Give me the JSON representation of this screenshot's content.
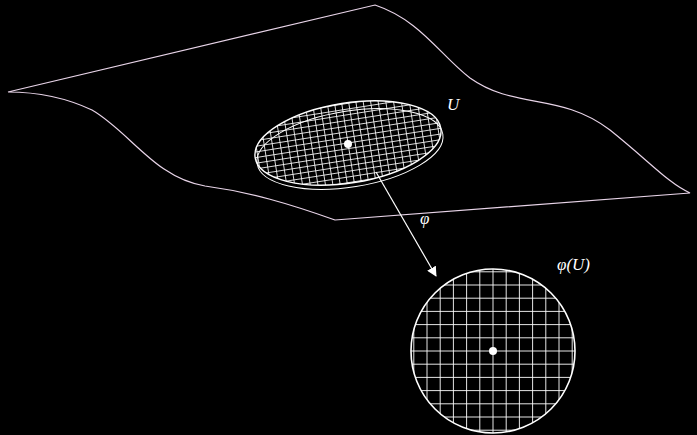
{
  "diagram": {
    "labels": [
      "U",
      "φ",
      "φ(U)"
    ]
  }
}
